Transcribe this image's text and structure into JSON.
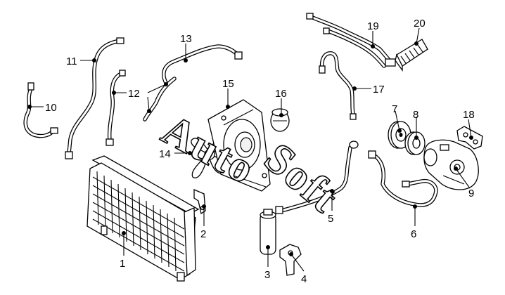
{
  "callouts": [
    {
      "id": "1",
      "label": "1"
    },
    {
      "id": "2",
      "label": "2"
    },
    {
      "id": "3",
      "label": "3"
    },
    {
      "id": "4",
      "label": "4"
    },
    {
      "id": "5",
      "label": "5"
    },
    {
      "id": "6",
      "label": "6"
    },
    {
      "id": "7",
      "label": "7"
    },
    {
      "id": "8",
      "label": "8"
    },
    {
      "id": "9",
      "label": "9"
    },
    {
      "id": "10",
      "label": "10"
    },
    {
      "id": "11",
      "label": "11"
    },
    {
      "id": "12",
      "label": "12"
    },
    {
      "id": "13",
      "label": "13"
    },
    {
      "id": "14",
      "label": "14"
    },
    {
      "id": "15",
      "label": "15"
    },
    {
      "id": "16",
      "label": "16"
    },
    {
      "id": "17",
      "label": "17"
    },
    {
      "id": "18",
      "label": "18"
    },
    {
      "id": "19",
      "label": "19"
    },
    {
      "id": "20",
      "label": "20"
    }
  ],
  "watermark": {
    "word1": "Auto",
    "word2": "Soft"
  },
  "colors": {
    "line": "#000000",
    "background": "#ffffff"
  }
}
